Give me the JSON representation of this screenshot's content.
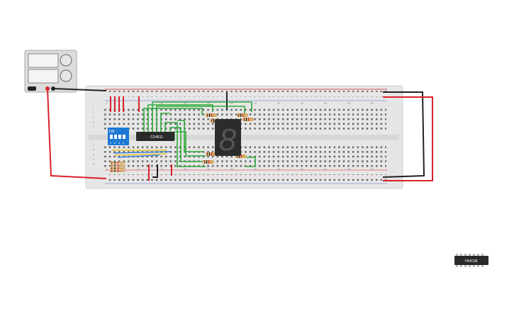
{
  "components": {
    "dip_switch": {
      "label": "ON",
      "positions": [
        "1",
        "2",
        "3",
        "4"
      ]
    },
    "decoder_chip": {
      "label": "CD4511"
    },
    "spare_chip": {
      "label": "74HC08"
    },
    "seven_segment": {
      "digit": "8"
    }
  },
  "breadboard": {
    "column_numbers": [
      "1",
      "5",
      "10",
      "15",
      "20",
      "25",
      "30",
      "35",
      "40",
      "45",
      "50",
      "55",
      "60"
    ],
    "row_letters_top": [
      "j",
      "i",
      "h",
      "g",
      "f"
    ],
    "row_letters_bottom": [
      "e",
      "d",
      "c",
      "b",
      "a"
    ]
  },
  "colors": {
    "wire_red": "#d9222a",
    "wire_black": "#222222",
    "wire_green": "#2eaa3c",
    "wire_yellow": "#e8c534",
    "wire_blue": "#3f7fd6",
    "breadboard": "#e8e8e8",
    "dip_switch": "#1e78d6",
    "chip": "#2a2a2a"
  }
}
